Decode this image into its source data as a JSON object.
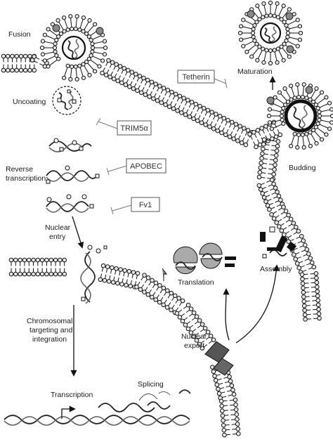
{
  "labels": {
    "fusion": "Fusion",
    "uncoating": "Uncoating",
    "reverse_transcription": [
      "Reverse",
      "transcription"
    ],
    "nuclear_entry": [
      "Nuclear",
      "entry"
    ],
    "chromosomal": [
      "Chromosomal",
      "targeting and",
      "integration"
    ],
    "transcription": "Transcription",
    "splicing": "Splicing",
    "nuclear_export": [
      "Nuclear",
      "export"
    ],
    "translation": "Translation",
    "assembly": "Assembly",
    "budding": "Budding",
    "maturation": "Maturation"
  },
  "restriction_factors": {
    "tetherin": "Tetherin",
    "trim5a": "TRIM5α",
    "apobec": "APOBEC",
    "fv1": "Fv1"
  }
}
